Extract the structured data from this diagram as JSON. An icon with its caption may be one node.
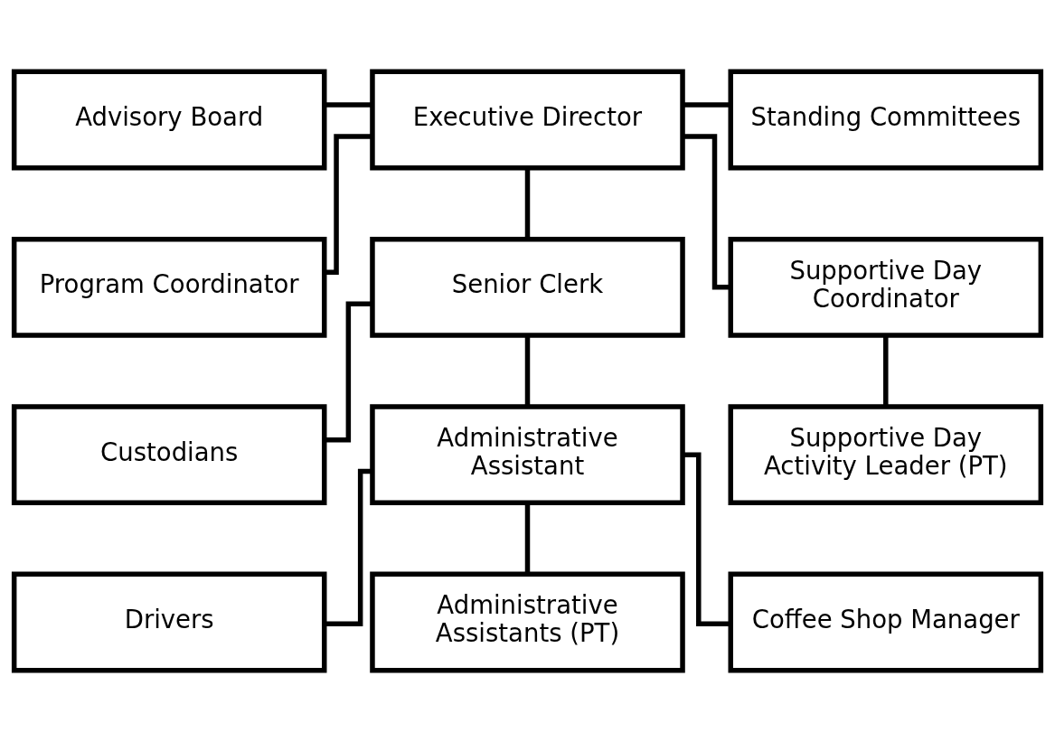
{
  "diagram": {
    "nodes": [
      {
        "text": [
          "Advisory Board"
        ]
      },
      {
        "text": [
          "Executive Director"
        ]
      },
      {
        "text": [
          "Standing Committees"
        ]
      },
      {
        "text": [
          "Program Coordinator"
        ]
      },
      {
        "text": [
          "Senior Clerk"
        ]
      },
      {
        "text": [
          "Supportive Day Coordinator"
        ]
      },
      {
        "text": [
          "Supportive Day Activity Leader (PT)"
        ]
      },
      {
        "text": [
          "Custodians"
        ]
      },
      {
        "text": [
          "Administrative Assistant"
        ]
      },
      {
        "text": [
          "Drivers"
        ]
      },
      {
        "text": [
          "Administrative Assistants (PT)"
        ]
      },
      {
        "text": [
          "Coffee Shop Manager"
        ]
      }
    ],
    "edges": [
      {
        "from": 0,
        "to": 1,
        "arrow": "none"
      },
      {
        "from": 1,
        "to": 2,
        "arrow": "none"
      },
      {
        "from": 1,
        "to": 3,
        "arrow": "none"
      },
      {
        "from": 1,
        "to": 4,
        "arrow": "none"
      },
      {
        "from": 1,
        "to": 5,
        "arrow": "none"
      },
      {
        "from": 5,
        "to": 6,
        "arrow": "none"
      },
      {
        "from": 4,
        "to": 7,
        "arrow": "none"
      },
      {
        "from": 4,
        "to": 8,
        "arrow": "none"
      },
      {
        "from": 8,
        "to": 9,
        "arrow": "none"
      },
      {
        "from": 8,
        "to": 10,
        "arrow": "none"
      },
      {
        "from": 8,
        "to": 11,
        "arrow": "none"
      }
    ]
  }
}
